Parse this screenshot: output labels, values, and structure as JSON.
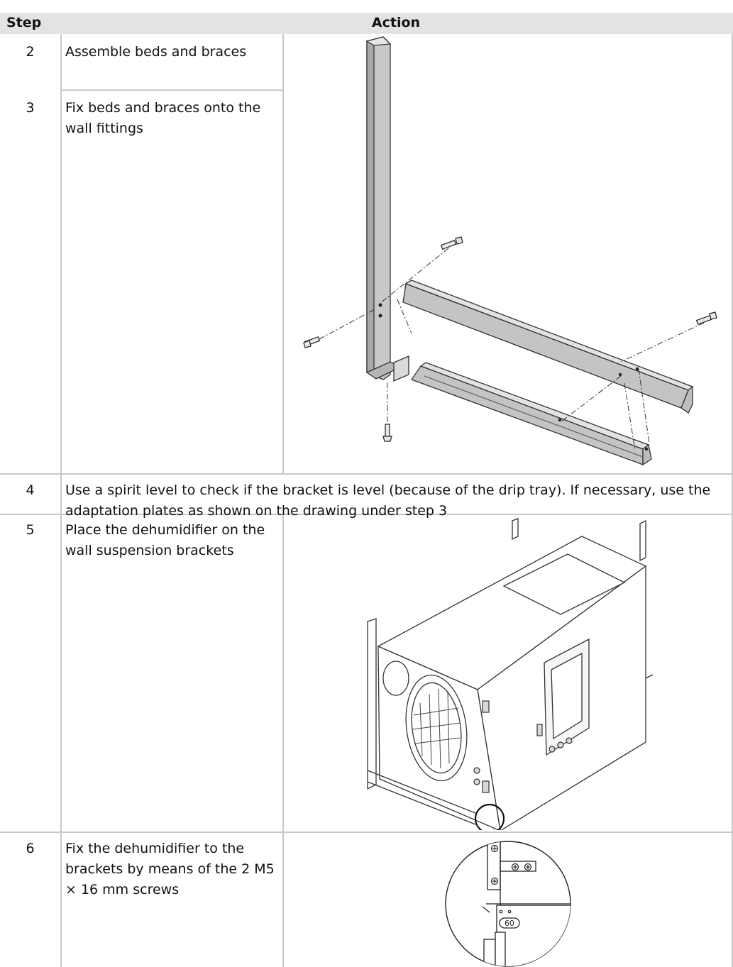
{
  "table": {
    "header": {
      "step": "Step",
      "action": "Action"
    },
    "rows": [
      {
        "step": "2",
        "action": "Assemble beds and braces"
      },
      {
        "step": "3",
        "action": "Fix beds and braces onto the wall fittings"
      },
      {
        "step": "4",
        "action": "Use a spirit level to check if the bracket is level (because of the drip tray). If necessary, use the adaptation plates as shown on the drawing under step 3"
      },
      {
        "step": "5",
        "action": "Place the dehumidifier on the wall suspension brackets"
      },
      {
        "step": "6",
        "action": "Fix the dehumidifier to the brackets by means of the 2 M5 × 16 mm screws"
      }
    ]
  },
  "detail_label": "60"
}
